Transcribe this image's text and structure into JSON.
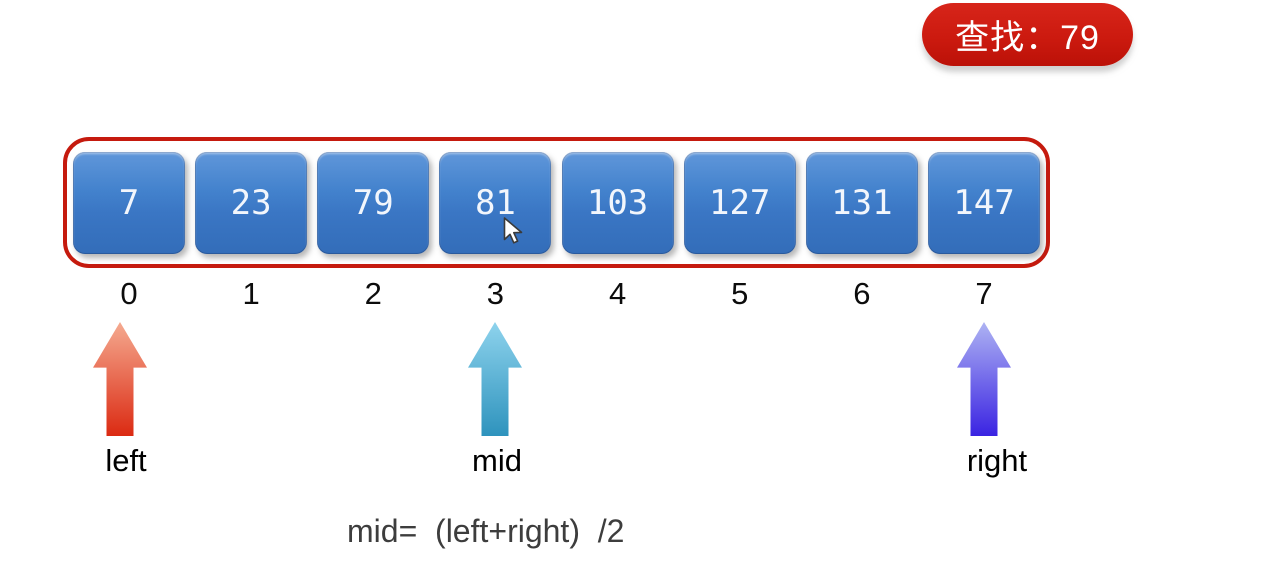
{
  "badge": {
    "label": "查找：79",
    "bg_color": "#cc1a0f",
    "text_color": "#ffffff"
  },
  "array": {
    "values": [
      "7",
      "23",
      "79",
      "81",
      "103",
      "127",
      "131",
      "147"
    ],
    "indices": [
      "0",
      "1",
      "2",
      "3",
      "4",
      "5",
      "6",
      "7"
    ],
    "frame_color": "#c51a0e",
    "cell_color_top": "#6097da",
    "cell_color_bottom": "#336db9",
    "cell_text_color": "#f2f6fc"
  },
  "pointers": [
    {
      "label": "left",
      "index": 0,
      "color_top": "#f5aa90",
      "color_bottom": "#db2a12"
    },
    {
      "label": "mid",
      "index": 3,
      "color_top": "#8ed3ed",
      "color_bottom": "#2e93bd"
    },
    {
      "label": "right",
      "index": 7,
      "color_top": "#aeb3f3",
      "color_bottom": "#3a23e2"
    }
  ],
  "formula": {
    "text": "mid=  (left+right)  /2"
  }
}
